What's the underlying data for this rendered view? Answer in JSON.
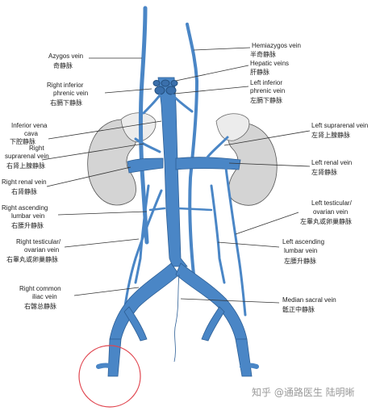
{
  "labels_left": [
    {
      "en": [
        "Azygos vein"
      ],
      "zh": "奇静脉"
    },
    {
      "en": [
        "Right inferior",
        "phrenic vein"
      ],
      "zh": "右膈下静脉"
    },
    {
      "en": [
        "Inferior vena",
        "cava"
      ],
      "zh": "下腔静脉"
    },
    {
      "en": [
        "Right",
        "suprarenal vein"
      ],
      "zh": "右肾上腺静脉"
    },
    {
      "en": [
        "Right renal vein"
      ],
      "zh": "右肾静脉"
    },
    {
      "en": [
        "Right ascending",
        "lumbar vein"
      ],
      "zh": "右腰升静脉"
    },
    {
      "en": [
        "Right testicular/",
        "ovarian vein"
      ],
      "zh": "右睾丸或卵巢静脉"
    },
    {
      "en": [
        "Right common",
        "iliac vein"
      ],
      "zh": "右髂总静脉"
    }
  ],
  "labels_right": [
    {
      "en": [
        "Hemiazygos vein"
      ],
      "zh": "半奇静脉"
    },
    {
      "en": [
        "Hepatic veins"
      ],
      "zh": "肝静脉"
    },
    {
      "en": [
        "Left inferior",
        "phrenic vein"
      ],
      "zh": "左膈下静脉"
    },
    {
      "en": [
        "Left suprarenal vein"
      ],
      "zh": "左肾上腺静脉"
    },
    {
      "en": [
        "Left renal vein"
      ],
      "zh": "左肾静脉"
    },
    {
      "en": [
        "Left testicular/",
        "ovarian vein"
      ],
      "zh": "左睾丸或卵巢静脉"
    },
    {
      "en": [
        "Left ascending",
        "lumbar vein"
      ],
      "zh": "左腰升静脉"
    },
    {
      "en": [
        "Median sacral vein"
      ],
      "zh": "骶正中静脉"
    }
  ],
  "watermark": "知乎 @通路医生 陆明晰",
  "colors": {
    "vein": "#4a86c6",
    "kidney": "#d4d4d4",
    "highlight_circle": "#e0454f"
  }
}
